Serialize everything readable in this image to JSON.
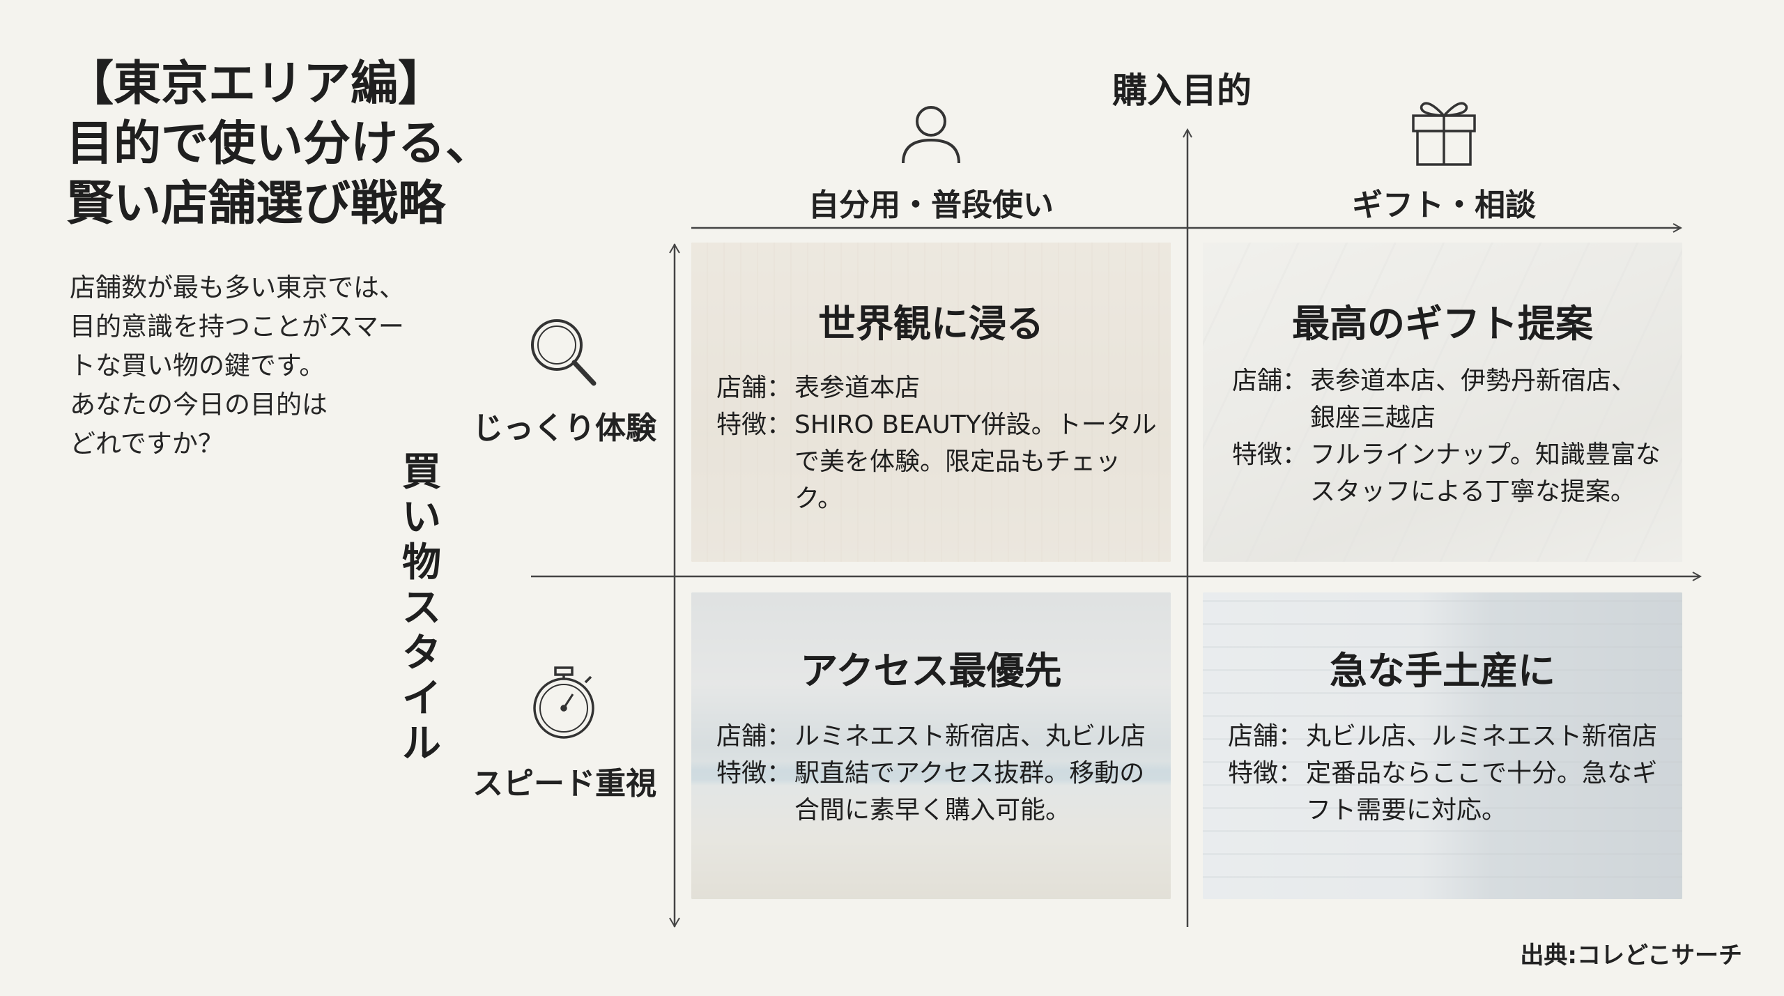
{
  "title": {
    "line1": "【東京エリア編】",
    "line2": "目的で使い分ける、",
    "line3": "賢い店舗選び戦略"
  },
  "intro": {
    "line1": "店舗数が最も多い東京では、",
    "line2": "目的意識を持つことがスマー",
    "line3": "トな買い物の鍵です。",
    "line4": "あなたの今日の目的は",
    "line5": "どれですか？"
  },
  "axes": {
    "x_title": "購入目的",
    "y_title": [
      "買",
      "い",
      "物",
      "ス",
      "タ",
      "イ",
      "ル"
    ],
    "col_left": "自分用・普段使い",
    "col_right": "ギフト・相談",
    "row_top": "じっくり体験",
    "row_bottom": "スピード重視"
  },
  "icons": {
    "col_left": "person-icon",
    "col_right": "gift-icon",
    "row_top": "magnifier-icon",
    "row_bottom": "stopwatch-icon"
  },
  "labels": {
    "store": "店舗：",
    "feature": "特徴："
  },
  "quadrants": {
    "tl": {
      "title": "世界観に浸る",
      "store": [
        "表参道本店"
      ],
      "feature": [
        "SHIRO BEAUTY併設。トータル",
        "で美を体験。限定品もチェッ",
        "ク。"
      ]
    },
    "tr": {
      "title": "最高のギフト提案",
      "store": [
        "表参道本店、伊勢丹新宿店、",
        "銀座三越店"
      ],
      "feature": [
        "フルラインナップ。知識豊富な",
        "スタッフによる丁寧な提案。"
      ]
    },
    "bl": {
      "title": "アクセス最優先",
      "store": [
        "ルミネエスト新宿店、丸ビル店"
      ],
      "feature": [
        "駅直結でアクセス抜群。移動の",
        "合間に素早く購入可能。"
      ]
    },
    "br": {
      "title": "急な手土産に",
      "store": [
        "丸ビル店、ルミネエスト新宿店"
      ],
      "feature": [
        "定番品ならここで十分。急なギ",
        "フト需要に対応。"
      ]
    }
  },
  "source": "出典:コレどこサーチ",
  "colors": {
    "background": "#f4f3ee",
    "text": "#222222",
    "axis": "#444444"
  }
}
